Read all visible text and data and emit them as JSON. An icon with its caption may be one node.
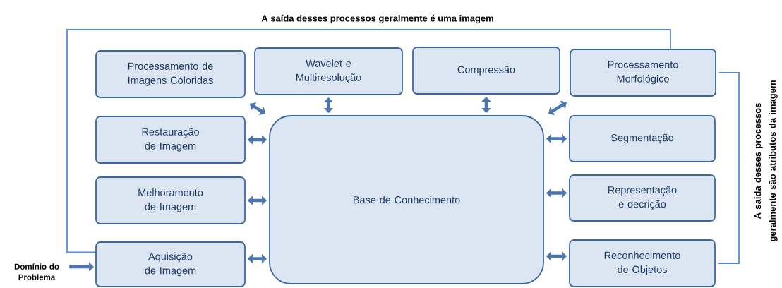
{
  "diagram": {
    "nodes": [
      {
        "text": [
          "Processamento de Imagens Coloridas"
        ]
      },
      {
        "text": [
          "Wavelet e Multiresolução"
        ]
      },
      {
        "text": [
          "Compressão"
        ]
      },
      {
        "text": [
          "Processamento Morfológico"
        ]
      },
      {
        "text": [
          "Restauração de Imagem"
        ]
      },
      {
        "text": [
          "Segmentação"
        ]
      },
      {
        "text": [
          "Melhoramento de Imagem"
        ]
      },
      {
        "text": [
          "Base de Conhecimento"
        ]
      },
      {
        "text": [
          "Representação e decrição"
        ]
      },
      {
        "text": [
          "Aquisição de Imagem"
        ]
      },
      {
        "text": [
          "Reconhecimento de Objetos"
        ]
      },
      {
        "text": [
          "Domínio do Problema"
        ]
      }
    ],
    "edges": [
      {
        "from": 0,
        "to": 7,
        "arrow": "both"
      },
      {
        "from": 1,
        "to": 7,
        "arrow": "both"
      },
      {
        "from": 2,
        "to": 7,
        "arrow": "both"
      },
      {
        "from": 3,
        "to": 7,
        "arrow": "both"
      },
      {
        "from": 4,
        "to": 7,
        "arrow": "both"
      },
      {
        "from": 7,
        "to": 5,
        "arrow": "both"
      },
      {
        "from": 6,
        "to": 7,
        "arrow": "both"
      },
      {
        "from": 7,
        "to": 8,
        "arrow": "both"
      },
      {
        "from": 9,
        "to": 7,
        "arrow": "both"
      },
      {
        "from": 7,
        "to": 10,
        "arrow": "both"
      },
      {
        "from": 11,
        "to": 9,
        "arrow": "to"
      },
      {
        "from": 3,
        "to": 9,
        "arrow": "none",
        "color": "#558ed5"
      },
      {
        "from": 3,
        "to": 10,
        "arrow": "none",
        "color": "#558ed5"
      }
    ],
    "labels": [
      "A saída desses processos geralmente é uma imagem",
      "A saída desses processos geralmente são atributos da imagem"
    ]
  }
}
